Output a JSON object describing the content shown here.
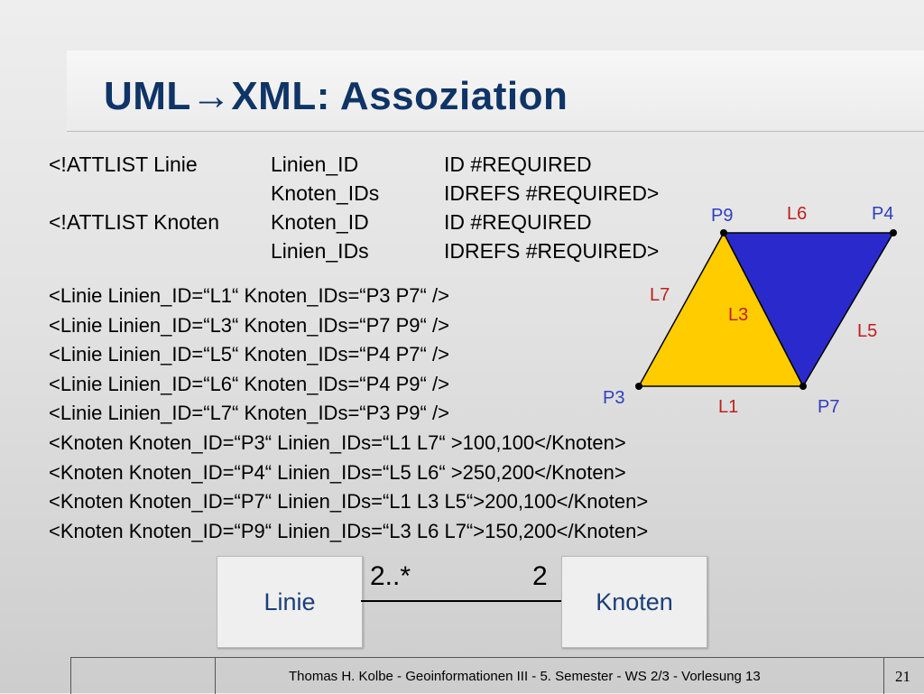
{
  "slide": {
    "title_left": "UML",
    "title_arrow": "→",
    "title_right": "XML: Assoziation"
  },
  "dtd": [
    {
      "c1": "<!ATTLIST Linie",
      "c2": "Linien_ID",
      "c3": "ID #REQUIRED"
    },
    {
      "c1": "",
      "c2": "Knoten_IDs",
      "c3": "IDREFS #REQUIRED>"
    },
    {
      "c1": "<!ATTLIST Knoten",
      "c2": "Knoten_ID",
      "c3": "ID #REQUIRED"
    },
    {
      "c1": "",
      "c2": "Linien_IDs",
      "c3": "IDREFS #REQUIRED>"
    }
  ],
  "xml": [
    "<Linie Linien_ID=“L1“ Knoten_IDs=“P3 P7“ />",
    "<Linie Linien_ID=“L3“ Knoten_IDs=“P7 P9“ />",
    "<Linie Linien_ID=“L5“ Knoten_IDs=“P4 P7“ />",
    "<Linie Linien_ID=“L6“ Knoten_IDs=“P4 P9“ />",
    "<Linie Linien_ID=“L7“ Knoten_IDs=“P3 P9“ />",
    "<Knoten Knoten_ID=“P3“ Linien_IDs=“L1 L7“ >100,100</Knoten>",
    "<Knoten Knoten_ID=“P4“ Linien_IDs=“L5 L6“ >250,200</Knoten>",
    "<Knoten Knoten_ID=“P7“ Linien_IDs=“L1 L3 L5“>200,100</Knoten>",
    "<Knoten Knoten_ID=“P9“ Linien_IDs=“L3 L6 L7“>150,200</Knoten>"
  ],
  "diagram": {
    "colors": {
      "yellow": "#ffcc00",
      "blue": "#2a2acc",
      "point_label": "#2f3fbf",
      "line_label": "#bf1f1f"
    },
    "points": {
      "p9": "P9",
      "p4": "P4",
      "p3": "P3",
      "p7": "P7"
    },
    "lines": {
      "l6": "L6",
      "l7": "L7",
      "l3": "L3",
      "l5": "L5",
      "l1": "L1"
    }
  },
  "uml": {
    "class_left": "Linie",
    "class_right": "Knoten",
    "mult_left": "2..*",
    "mult_right": "2"
  },
  "footer": {
    "text": "Thomas H. Kolbe - Geoinformationen III - 5. Semester - WS 2/3 - Vorlesung 13",
    "page": "21"
  }
}
